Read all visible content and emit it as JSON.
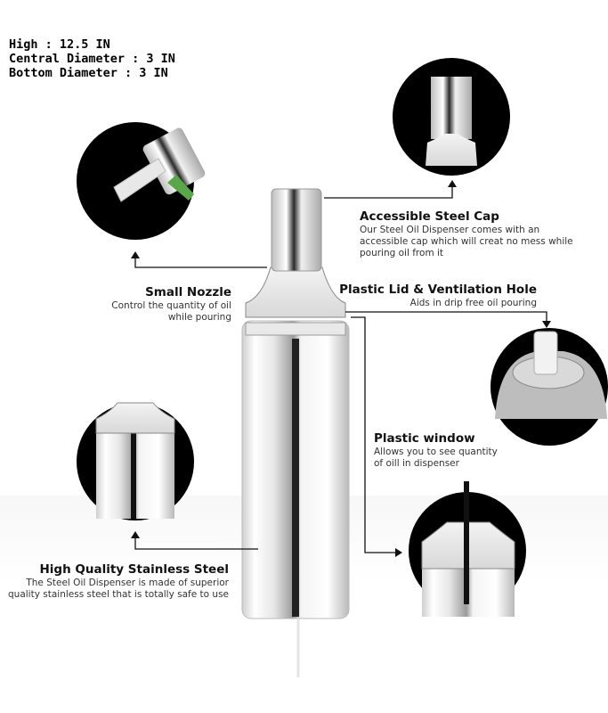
{
  "dimensions": {
    "height": "High : 12.5 IN",
    "central_diameter": "Central Diameter : 3 IN",
    "bottom_diameter": "Bottom Diameter : 3 IN"
  },
  "features": {
    "cap": {
      "title": "Accessible Steel Cap",
      "line1": "Our Steel Oil Dispenser comes with an",
      "line2": "accessible cap which will creat no mess while",
      "line3": "pouring oil from it"
    },
    "nozzle": {
      "title": "Small Nozzle",
      "line1": "Control the quantity of oil",
      "line2": "while pouring"
    },
    "lid": {
      "title": "Plastic Lid & Ventilation Hole",
      "line1": "Aids in drip free oil pouring"
    },
    "window": {
      "title": "Plastic window",
      "line1": "Allows you to see quantity",
      "line2": "of oill in dispenser"
    },
    "steel": {
      "title": "High Quality Stainless Steel",
      "line1": "The Steel Oil Dispenser is made of superior",
      "line2": "quality stainless steel that is totally safe to use"
    }
  }
}
